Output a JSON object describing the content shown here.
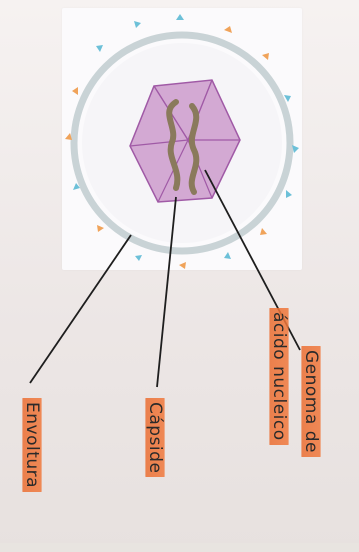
{
  "labels": {
    "envoltura": "Envoltura",
    "capside": "Cápside",
    "genoma_line1": "Genoma de",
    "genoma_line2": "ácido nucleico"
  },
  "colors": {
    "envelope_ring": "#c9d3d6",
    "envelope_fill": "#fbfafc",
    "capsid_fill": "#c78fc7",
    "capsid_stroke": "#a05aa6",
    "genome": "#8a7a5c",
    "spike_blue": "#6cc0d8",
    "spike_orange": "#f0a35a",
    "highlight": "#ef7a3f",
    "ink": "#2a2a2a"
  }
}
